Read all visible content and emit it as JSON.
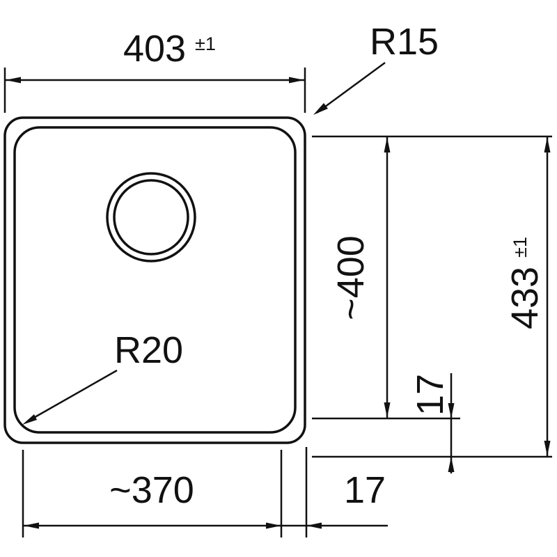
{
  "dims": {
    "width": "403",
    "width_tol": "±1",
    "outer_radius": "R15",
    "bowl_length": "~400",
    "length": "433",
    "length_tol": "±1",
    "rim_right": "17",
    "bowl_width": "~370",
    "rim_bottom": "17",
    "bowl_radius": "R20"
  }
}
